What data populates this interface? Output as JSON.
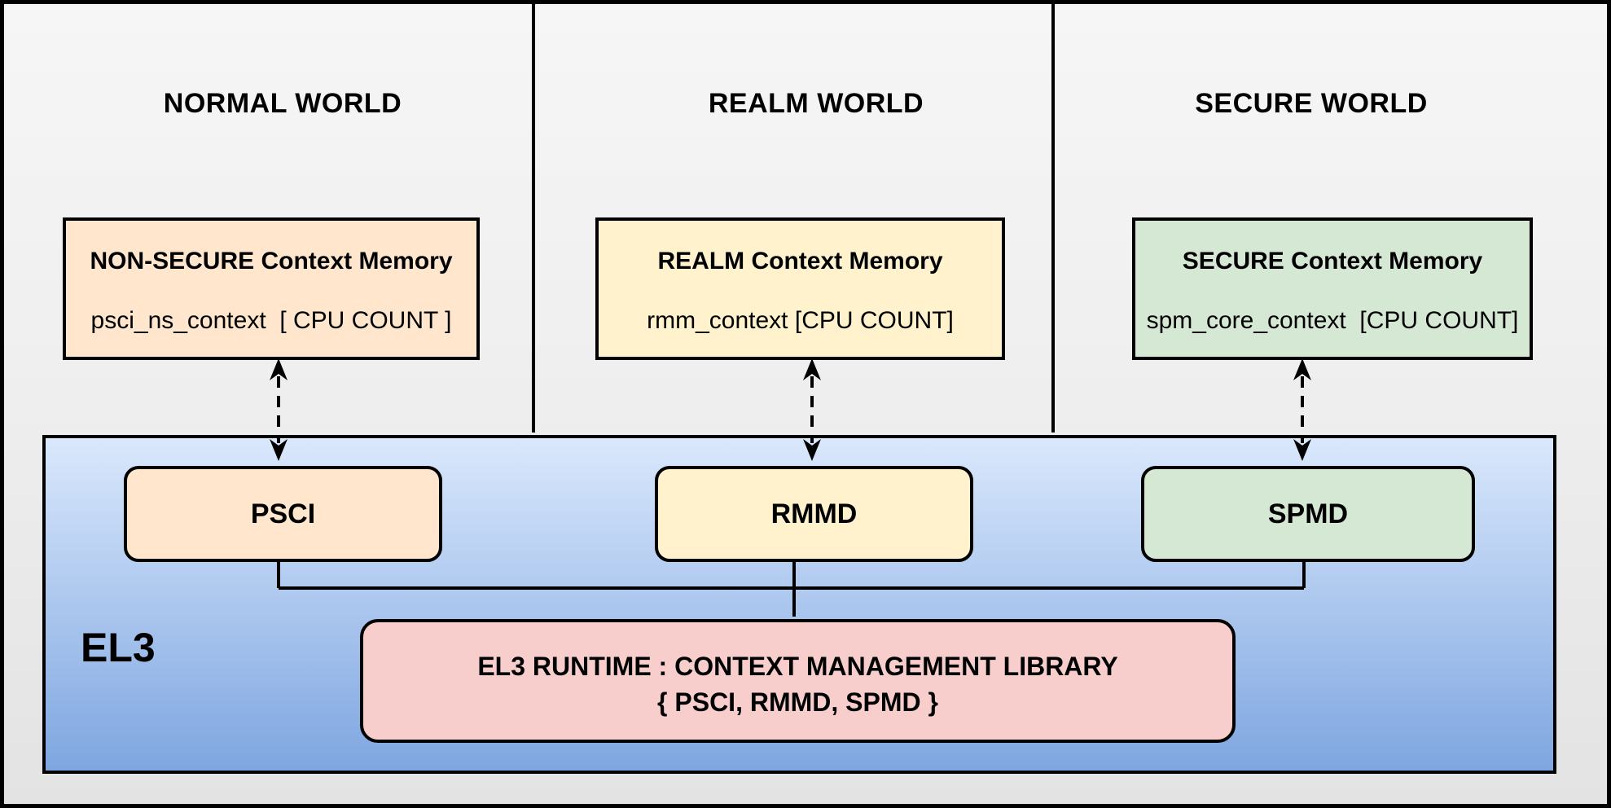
{
  "diagram": {
    "worlds": [
      {
        "title": "NORMAL WORLD",
        "memory_title": "NON-SECURE Context Memory",
        "memory_var": "psci_ns_context  [ CPU COUNT ]",
        "component": "PSCI",
        "fill": "#FFE6CC"
      },
      {
        "title": "REALM WORLD",
        "memory_title": "REALM Context Memory",
        "memory_var": "rmm_context [CPU COUNT]",
        "component": "RMMD",
        "fill": "#FFF2CC"
      },
      {
        "title": "SECURE WORLD",
        "memory_title": "SECURE Context Memory",
        "memory_var": "spm_core_context  [CPU COUNT]",
        "component": "SPMD",
        "fill": "#D5E8D4"
      }
    ],
    "el3": {
      "label": "EL3",
      "runtime_line1": "EL3 RUNTIME : CONTEXT MANAGEMENT LIBRARY",
      "runtime_line2": "{ PSCI, RMMD, SPMD }",
      "runtime_fill": "#F8CECC",
      "gradient_top": "#DAE8FC",
      "gradient_bottom": "#7EA6E0"
    },
    "colors": {
      "line": "#000000",
      "background": "#F5F5F5",
      "text": "#000000"
    }
  }
}
